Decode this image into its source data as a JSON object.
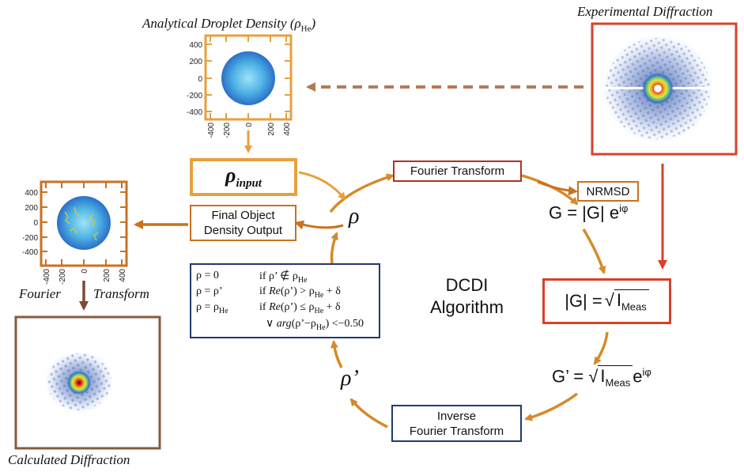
{
  "titles": {
    "analytical": "Analytical Droplet Density",
    "analytical_sym": "(ρHe)",
    "experimental": "Experimental Diffraction",
    "calculated": "Calculated Diffraction",
    "fourier_left_1": "Fourier",
    "fourier_left_2": "Transform"
  },
  "center": {
    "line1": "DCDI",
    "line2": "Algorithm"
  },
  "boxes": {
    "fourier": "Fourier Transform",
    "nrmsd": "NRMSD",
    "rho_input": "ρinput",
    "final_1": "Final Object",
    "final_2": "Density Output",
    "inverse_1": "Inverse",
    "inverse_2": "Fourier Transform"
  },
  "equations": {
    "G": "G = |G| e",
    "G_exp": "iφ",
    "mag": "|G| =",
    "meas": "I",
    "meas_sub": "Meas",
    "Gp": "G’ =",
    "Gp_exp": "iφ"
  },
  "symbols": {
    "rho": "ρ",
    "rho_prime": "ρ’"
  },
  "conditions": [
    {
      "lhs": "ρ = 0",
      "rhs": "if ρ’ ∉ ρHe"
    },
    {
      "lhs": "ρ = ρ’",
      "rhs": "if Re(ρ’) > ρHe + δ"
    },
    {
      "lhs": "ρ = ρHe",
      "rhs": "if Re(ρ’) ≤ ρHe + δ"
    },
    {
      "lhs": "",
      "rhs": "∨ arg(ρ’−ρHe) <−0.50"
    }
  ],
  "axis_ticks": {
    "y": [
      "400",
      "200",
      "0",
      "-200",
      "-400"
    ],
    "x": [
      "-400",
      "-200",
      "0",
      "200",
      "400"
    ]
  },
  "colors": {
    "orange": "#e7a03c",
    "dark_orange": "#c9721f",
    "red": "#d9412a",
    "dark_red": "#b03223",
    "navy": "#1f3a6e",
    "brown": "#8a5a3c"
  }
}
